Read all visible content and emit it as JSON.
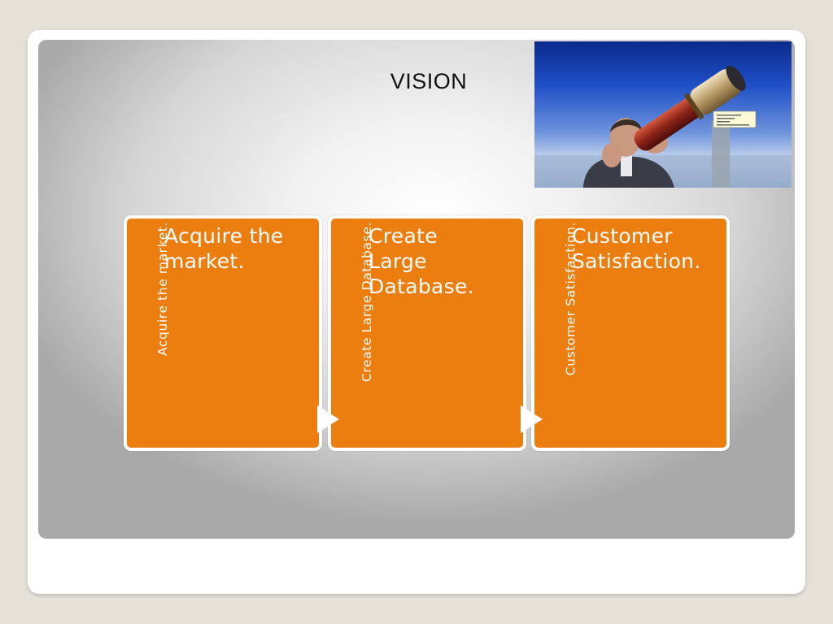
{
  "slide": {
    "title": "VISION",
    "steps": [
      {
        "side_label": "Acquire the market.",
        "text": "Acquire the market."
      },
      {
        "side_label": "Create Large Database.",
        "text": "Create Large Database."
      },
      {
        "side_label": "Customer Satisfaction.",
        "text": "Customer Satisfaction."
      }
    ]
  },
  "colors": {
    "card_fill": "#ec7e10",
    "card_border": "#ffffff",
    "arrow": "#ffffff"
  },
  "image": {
    "icon": "telescope-photo"
  }
}
